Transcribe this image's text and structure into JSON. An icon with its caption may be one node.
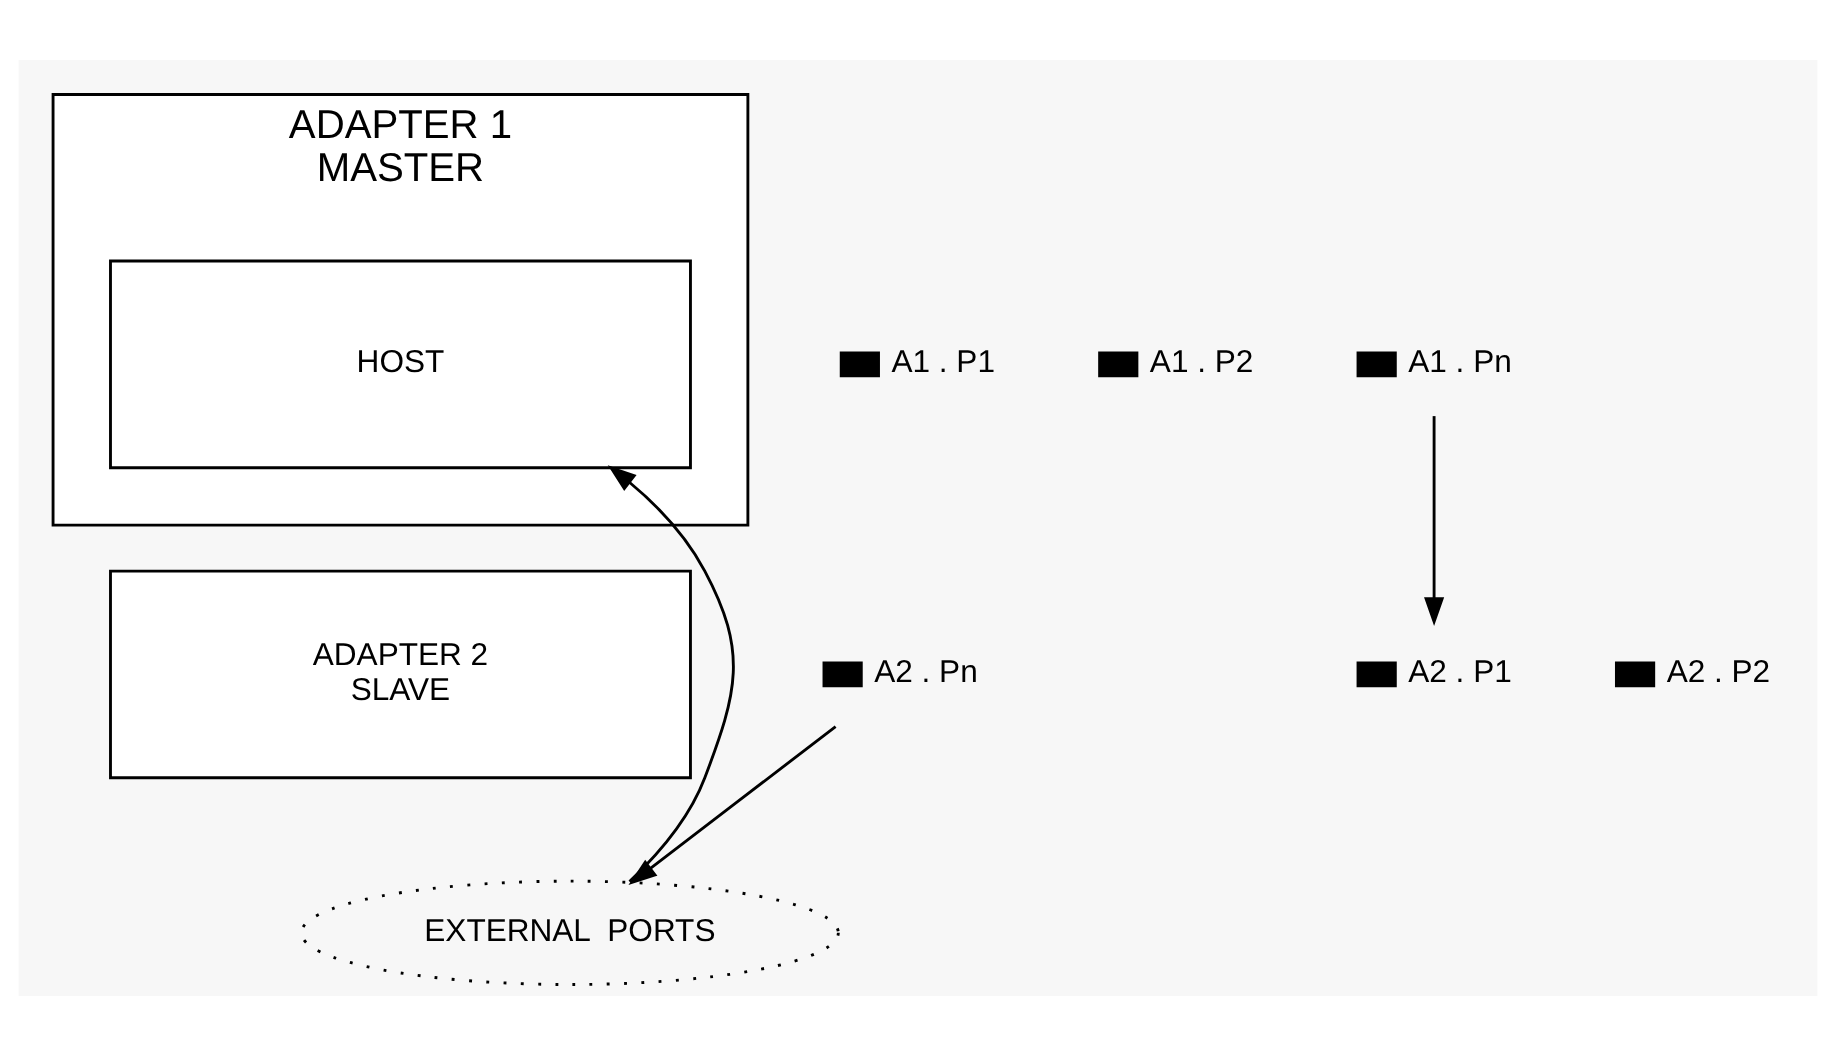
{
  "diagram": {
    "nodes": [
      {
        "text": [
          "ADAPTER 1",
          "MASTER"
        ]
      },
      {
        "text": [
          "HOST"
        ],
        "in": 0
      },
      {
        "text": [],
        "shape": "box",
        "beside": [
          "A1 . P1"
        ]
      },
      {
        "text": [],
        "shape": "box",
        "beside": [
          "A1 . P2"
        ]
      },
      {
        "text": [],
        "shape": "box",
        "beside": [
          "A1 . Pn"
        ]
      },
      {
        "text": [
          "ADAPTER 2",
          "SLAVE"
        ]
      },
      {
        "text": [],
        "shape": "box",
        "beside": [
          "A2 . P1"
        ]
      },
      {
        "text": [],
        "shape": "box",
        "beside": [
          "A2 . P2"
        ]
      },
      {
        "text": [],
        "shape": "box",
        "beside": [
          "A2 . Pn"
        ]
      },
      {
        "text": [
          "EXTERNAL  PORTS"
        ]
      }
    ],
    "edges": [
      {
        "from": 4,
        "to": 6,
        "arrow": "to"
      },
      {
        "from": 8,
        "to": 9,
        "arrow": "to"
      },
      {
        "from": 9,
        "to": 1,
        "arrow": "to"
      }
    ]
  }
}
